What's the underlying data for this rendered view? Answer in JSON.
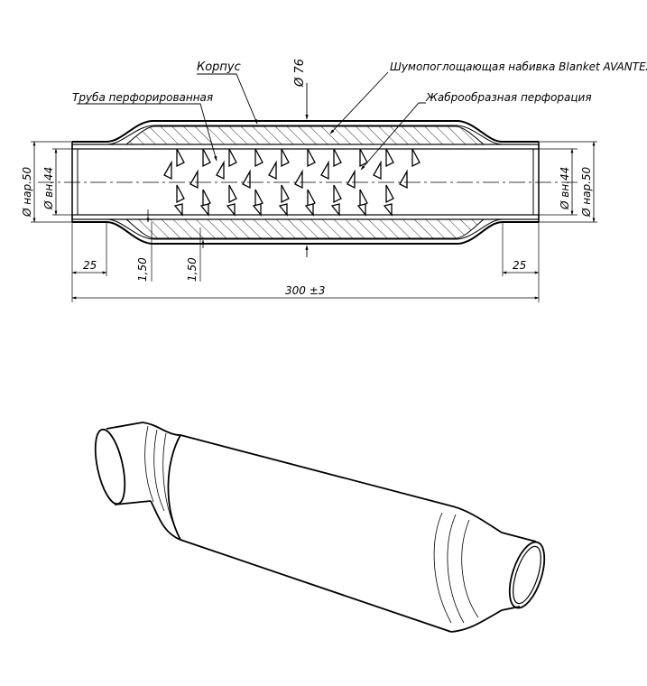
{
  "labels": {
    "body": "Корпус",
    "diameter_body": "Ø 76",
    "packing": "Шумопоглощающая набивка Blanket AVANTEX",
    "perforated_pipe": "Труба перфорированная",
    "gill_perforation": "Жаброобразная перфорация",
    "left_outer_diameter": "Ø нар.50",
    "left_inner_diameter": "Ø вн.44",
    "right_inner_diameter": "Ø вн.44",
    "right_outer_diameter": "Ø нар.50"
  },
  "dimensions": {
    "left_end": "25",
    "left_wall_1": "1,50",
    "left_wall_2": "1,50",
    "right_end": "25",
    "total_length": "300 ±3"
  }
}
